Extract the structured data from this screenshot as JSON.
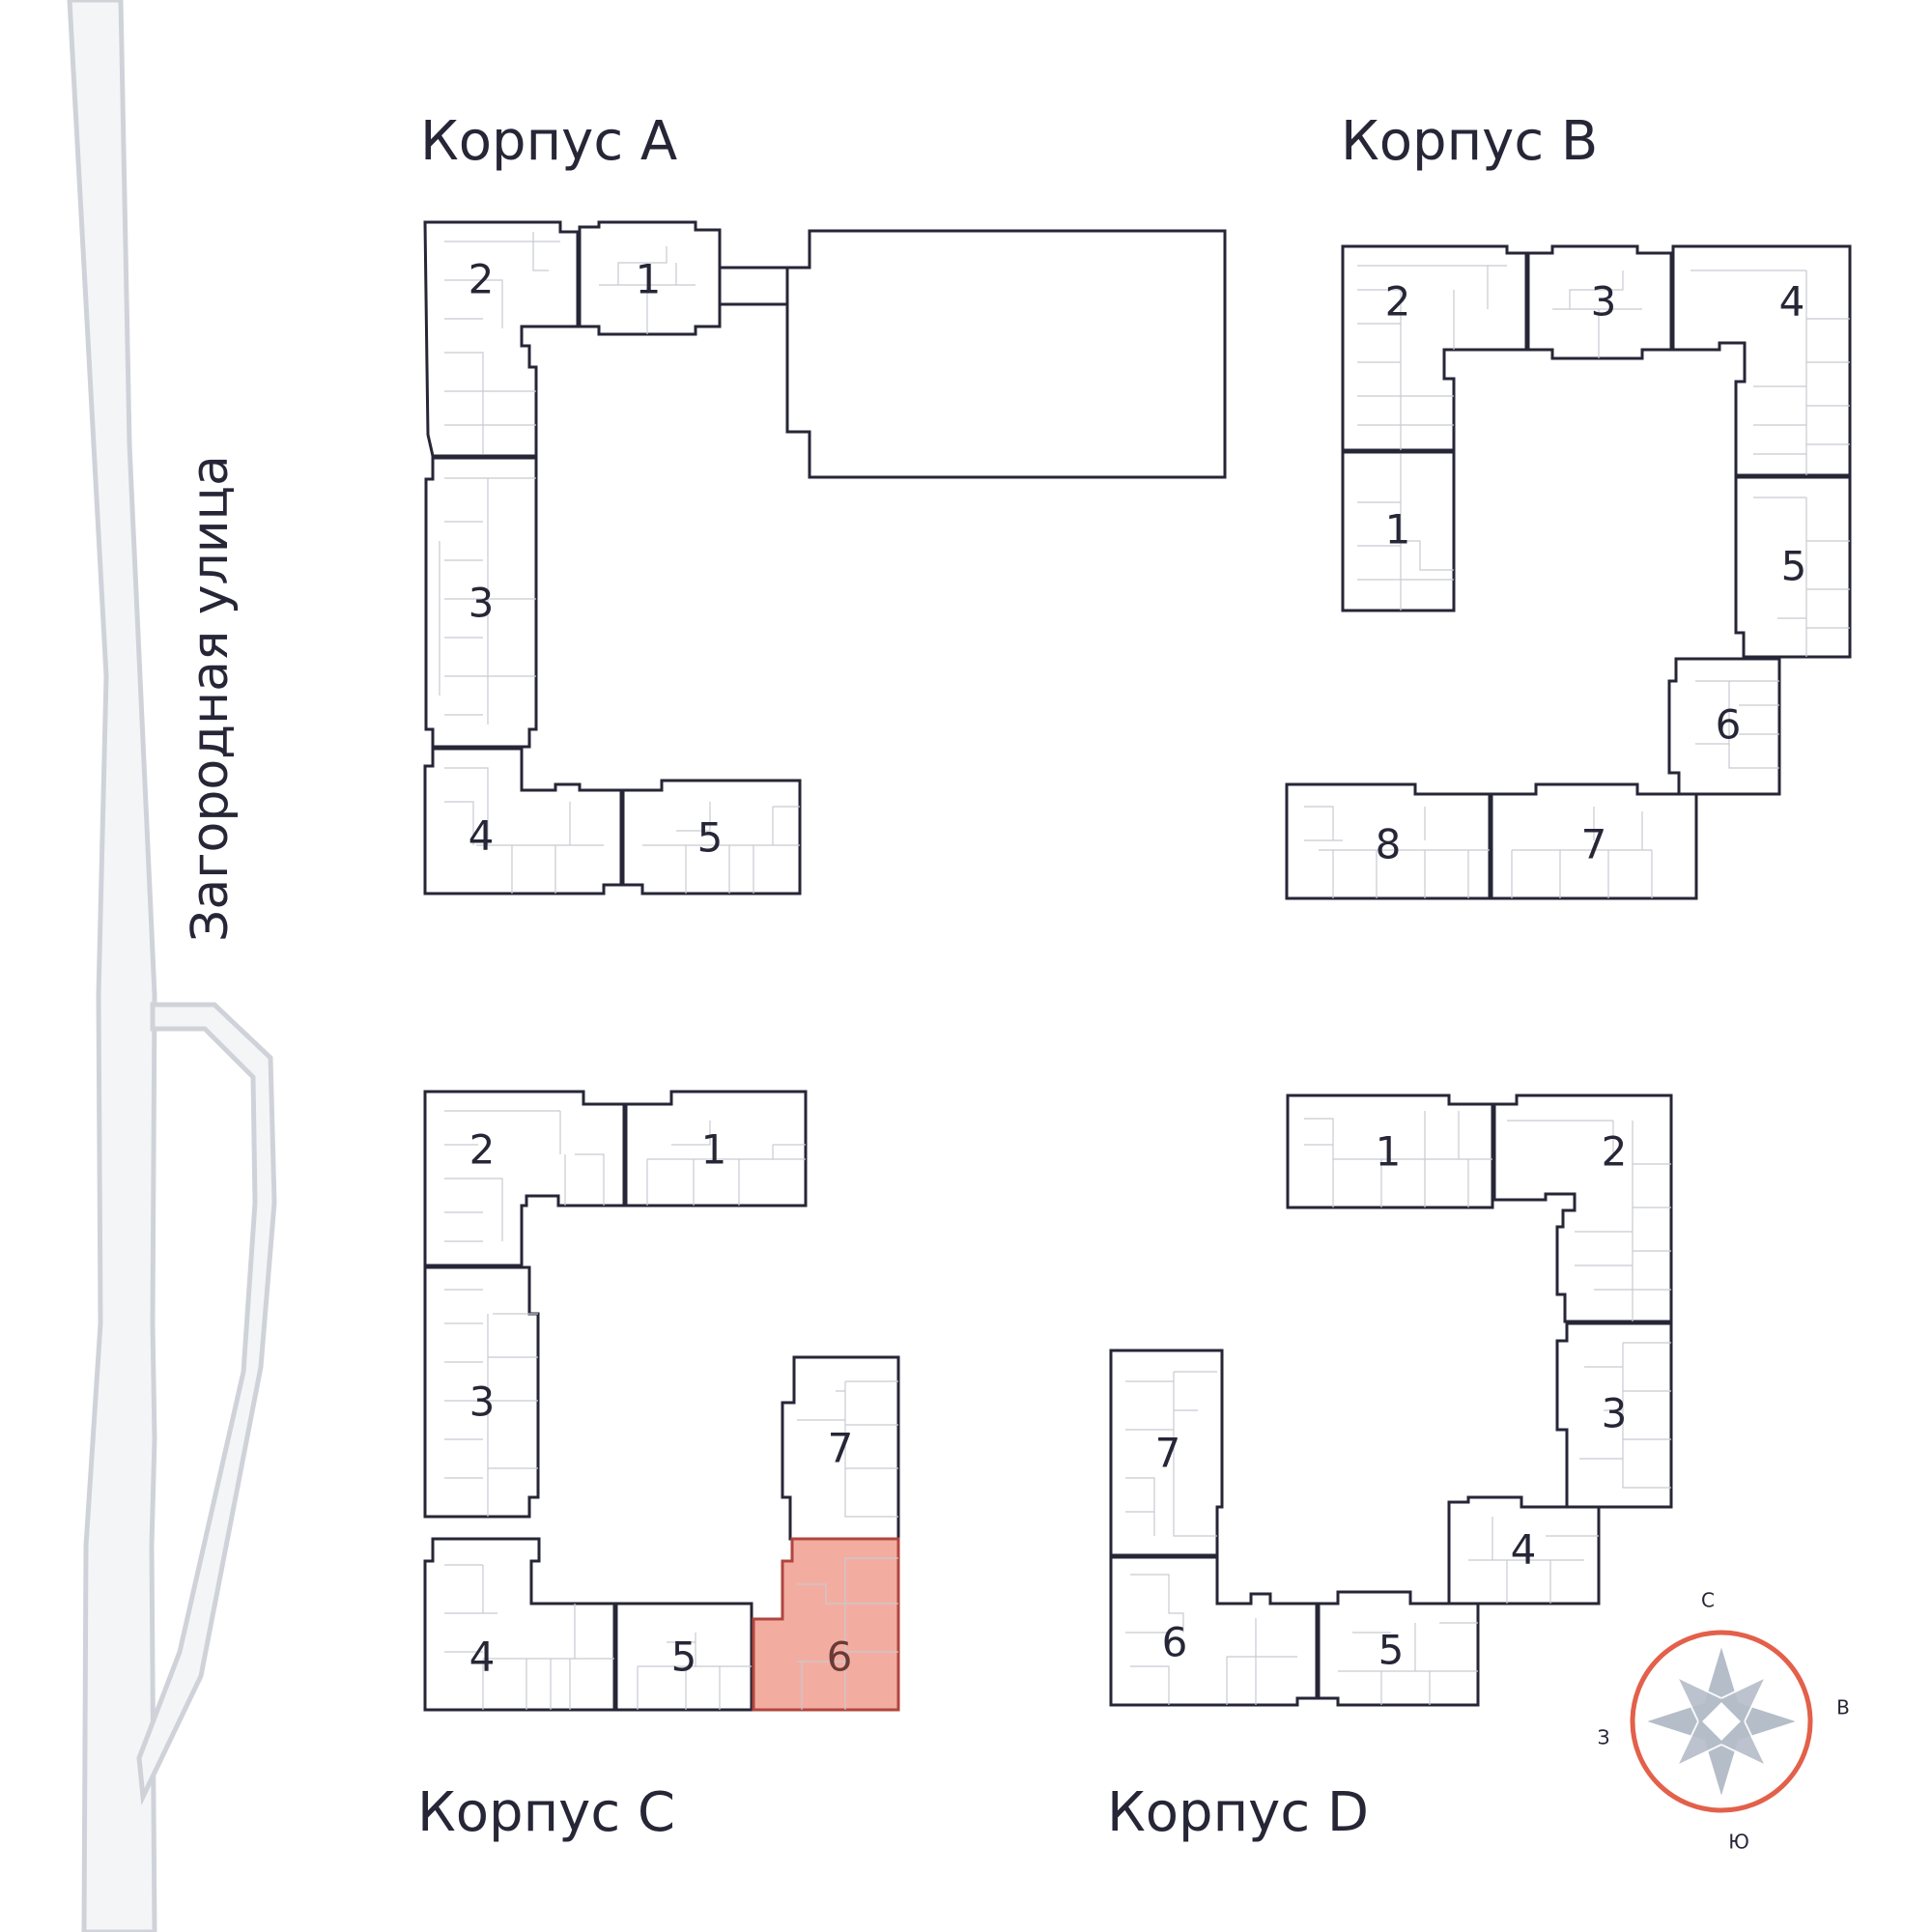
{
  "street_label": "Загородная улица",
  "compass": {
    "north": "С",
    "east": "В",
    "south": "Ю",
    "west": "З",
    "ring_color": "#e3604a",
    "star_color": "#b5bdc9"
  },
  "colors": {
    "outline": "#262637",
    "selected_fill": "#f3ada0",
    "selected_stroke": "#b0463f",
    "road": "#cfd3d9"
  },
  "buildings": [
    {
      "title": "Корпус A",
      "sections": [
        {
          "number": "2",
          "selected": false
        },
        {
          "number": "1",
          "selected": false
        },
        {
          "number": "3",
          "selected": false
        },
        {
          "number": "4",
          "selected": false
        },
        {
          "number": "5",
          "selected": false
        }
      ]
    },
    {
      "title": "Корпус B",
      "sections": [
        {
          "number": "2",
          "selected": false
        },
        {
          "number": "3",
          "selected": false
        },
        {
          "number": "4",
          "selected": false
        },
        {
          "number": "1",
          "selected": false
        },
        {
          "number": "5",
          "selected": false
        },
        {
          "number": "6",
          "selected": false
        },
        {
          "number": "8",
          "selected": false
        },
        {
          "number": "7",
          "selected": false
        }
      ]
    },
    {
      "title": "Корпус C",
      "sections": [
        {
          "number": "2",
          "selected": false
        },
        {
          "number": "1",
          "selected": false
        },
        {
          "number": "3",
          "selected": false
        },
        {
          "number": "4",
          "selected": false
        },
        {
          "number": "5",
          "selected": false
        },
        {
          "number": "7",
          "selected": false
        },
        {
          "number": "6",
          "selected": true
        }
      ]
    },
    {
      "title": "Корпус D",
      "sections": [
        {
          "number": "1",
          "selected": false
        },
        {
          "number": "2",
          "selected": false
        },
        {
          "number": "3",
          "selected": false
        },
        {
          "number": "4",
          "selected": false
        },
        {
          "number": "5",
          "selected": false
        },
        {
          "number": "7",
          "selected": false
        },
        {
          "number": "6",
          "selected": false
        }
      ]
    }
  ]
}
